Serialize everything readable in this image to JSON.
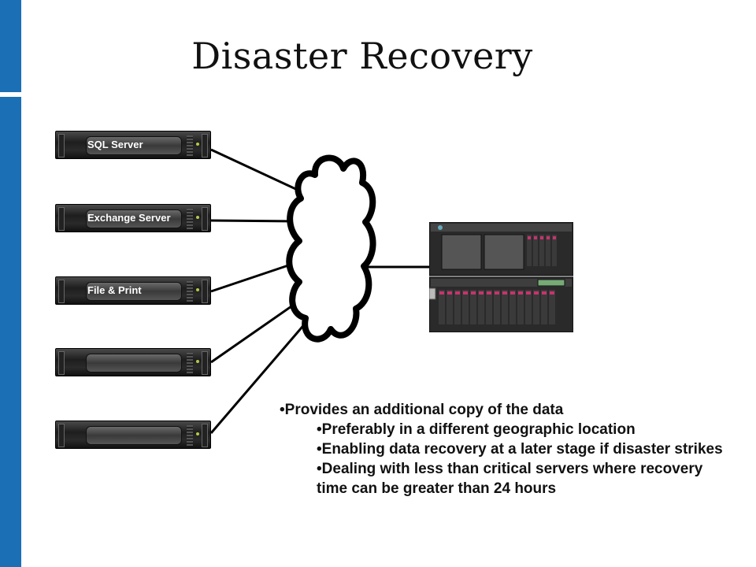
{
  "title": "Disaster Recovery",
  "servers": [
    {
      "label": "SQL Server"
    },
    {
      "label": "Exchange Server"
    },
    {
      "label": "File & Print"
    },
    {
      "label": ""
    },
    {
      "label": ""
    }
  ],
  "bullets": {
    "main": "•Provides an additional copy of the data",
    "sub": [
      "•Preferably in a different geographic location",
      "•Enabling data recovery at a later stage if disaster strikes",
      "•Dealing with less than critical servers where recovery time can be greater than 24 hours"
    ]
  },
  "colors": {
    "side_bar": "#1a6fb5",
    "bezel_accent": "#c8326e"
  }
}
